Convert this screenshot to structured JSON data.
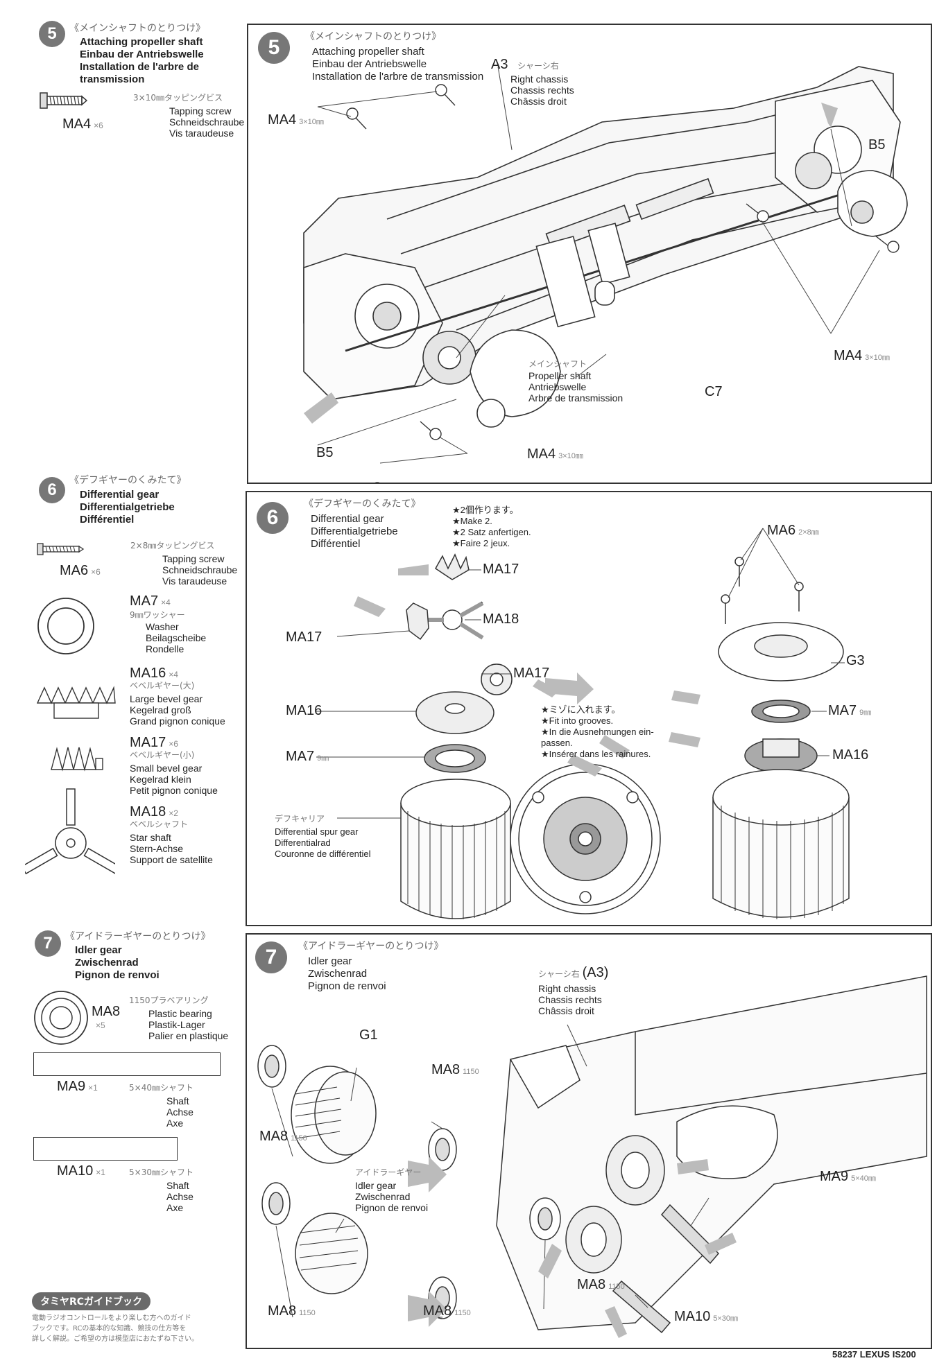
{
  "footer": {
    "code": "58237 LEXUS IS200"
  },
  "steps": {
    "s5": {
      "number": "5",
      "jp_title": "《メインシャフトのとりつけ》",
      "titles": "Attaching propeller shaft\nEinbau der Antriebswelle\nInstallation de l'arbre de transmission",
      "parts": {
        "ma4": {
          "code": "MA4",
          "qty": "×6",
          "jp": "3×10㎜タッピングビス",
          "desc": "Tapping screw\nSchneidschraube\nVis taraudeuse"
        }
      },
      "diagram": {
        "jp_title": "《メインシャフトのとりつけ》",
        "titles": "Attaching propeller shaft\nEinbau der Antriebswelle\nInstallation de l'arbre de transmission",
        "a3_code": "A3",
        "a3_jp": "シャーシ右",
        "a3_desc": "Right chassis\nChassis rechts\nChâssis droit",
        "ma4_a": "MA4",
        "ma4_a_size": "3×10㎜",
        "b5_right": "B5",
        "ma4_b": "MA4",
        "ma4_b_size": "3×10㎜",
        "shaft_jp": "メインシャフト",
        "shaft_desc": "Propeller shaft\nAntriebswelle\nArbre de transmission",
        "c7": "C7",
        "b5_left": "B5",
        "ma4_c": "MA4",
        "ma4_c_size": "3×10㎜"
      }
    },
    "s6": {
      "number": "6",
      "jp_title": "《デフギヤーのくみたて》",
      "titles": "Differential gear\nDifferentialgetriebe\nDifférentiel",
      "parts": {
        "ma6": {
          "code": "MA6",
          "qty": "×6",
          "jp": "2×8㎜タッピングビス",
          "desc": "Tapping screw\nSchneidschraube\nVis taraudeuse"
        },
        "ma7": {
          "code": "MA7",
          "qty": "×4",
          "jp": "9㎜ワッシャー",
          "desc": "Washer\nBeilagscheibe\nRondelle"
        },
        "ma16": {
          "code": "MA16",
          "qty": "×4",
          "jp": "ベベルギヤー(大)",
          "desc": "Large bevel gear\nKegelrad groß\nGrand pignon conique"
        },
        "ma17": {
          "code": "MA17",
          "qty": "×6",
          "jp": "ベベルギヤー(小)",
          "desc": "Small bevel gear\nKegelrad klein\nPetit pignon conique"
        },
        "ma18": {
          "code": "MA18",
          "qty": "×2",
          "jp": "ベベルシャフト",
          "desc": "Star shaft\nStern-Achse\nSupport de satellite"
        }
      },
      "diagram": {
        "jp_title": "《デフギヤーのくみたて》",
        "titles": "Differential gear\nDifferentialgetriebe\nDifférentiel",
        "make_note": "★2個作ります。\n★Make 2.\n★2 Satz anfertigen.\n★Faire 2 jeux.",
        "ma17_top": "MA17",
        "ma18": "MA18",
        "ma17_left": "MA17",
        "ma17_right": "MA17",
        "ma16": "MA16",
        "ma7": "MA7",
        "ma7_size": "9㎜",
        "carrier_jp": "デフキャリア",
        "carrier_desc": "Differential spur gear\nDifferentialrad\nCouronne de différentiel",
        "groove_note": "★ミゾに入れます。\n★Fit into grooves.\n★In die Ausnehmungen ein-\n   passen.\n★Insérer dans les rainures.",
        "ma6": "MA6",
        "ma6_size": "2×8㎜",
        "g3": "G3",
        "ma7_r": "MA7",
        "ma7_r_size": "9㎜",
        "ma16_r": "MA16"
      }
    },
    "s7": {
      "number": "7",
      "jp_title": "《アイドラーギヤーのとりつけ》",
      "titles": "Idler gear\nZwischenrad\nPignon de renvoi",
      "parts": {
        "ma8": {
          "code": "MA8",
          "qty": "×5",
          "jp": "1150プラベアリング",
          "desc": "Plastic bearing\nPlastik-Lager\nPalier en plastique"
        },
        "ma9": {
          "code": "MA9",
          "qty": "×1",
          "jp": "5×40㎜シャフト",
          "desc": "Shaft\nAchse\nAxe"
        },
        "ma10": {
          "code": "MA10",
          "qty": "×1",
          "jp": "5×30㎜シャフト",
          "desc": "Shaft\nAchse\nAxe"
        }
      },
      "diagram": {
        "jp_title": "《アイドラーギヤーのとりつけ》",
        "titles": "Idler gear\nZwischenrad\nPignon de renvoi",
        "a3_jp": "シャーシ右",
        "a3_code": "(A3)",
        "a3_desc": "Right chassis\nChassis rechts\nChâssis droit",
        "g1": "G1",
        "ma8_a": "MA8",
        "ma8_a_size": "1150",
        "ma8_b": "MA8",
        "ma8_b_size": "1150",
        "idler_jp": "アイドラーギヤー",
        "idler_desc": "Idler gear\nZwischenrad\nPignon de renvoi",
        "ma9": "MA9",
        "ma9_size": "5×40㎜",
        "ma8_c": "MA8",
        "ma8_c_size": "1150",
        "ma8_d": "MA8",
        "ma8_d_size": "1150",
        "ma8_e": "MA8",
        "ma8_e_size": "1150",
        "ma10": "MA10",
        "ma10_size": "5×30㎜"
      }
    }
  },
  "guide": {
    "badge": "タミヤRCガイドブック",
    "text": "電動ラジオコントロールをより楽しむ方へのガイド\nブックです。RCの基本的な知識、競技の仕方等を\n詳しく解説。ご希望の方は模型店におたずね下さい。"
  }
}
